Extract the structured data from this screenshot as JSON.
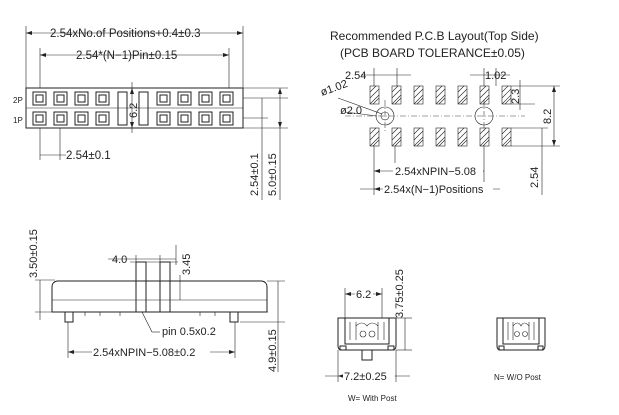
{
  "top_view": {
    "dim_total": "2.54xNo.of  Positions+0.4±0.3",
    "dim_pin": "2.54*(N−1)Pin±0.15",
    "row_2p": "2P",
    "row_1p": "1P",
    "dim_height": "6.2",
    "dim_pitch": "2.54±0.1",
    "dim_row_pitch": "2.54±0.1",
    "dim_overall": "5.0±0.15"
  },
  "pcb_layout": {
    "title_line1": "Recommended P.C.B Layout(Top Side)",
    "title_line2": "(PCB BOARD TOLERANCE±0.05)",
    "dim_pitch": "2.54",
    "dim_pad_width": "1.02",
    "dim_peg_dia": "ø1.02",
    "dim_hole_dia": "ø2.0",
    "dim_pad_len": "2.3",
    "dim_span": "8.2",
    "dim_npin": "2.54xNPIN−5.08",
    "dim_positions": "2.54x(N−1)Positions",
    "dim_row": "2.54"
  },
  "side_view": {
    "dim_height": "3.50±0.15",
    "dim_peg_pos": "4.0",
    "dim_slot": "3.45",
    "pin_label": "pin  0.5x0.2",
    "dim_npin": "2.54xNPIN−5.08±0.2",
    "dim_total_height": "4.9±0.15"
  },
  "end_view_with_post": {
    "dim_inner": "6.2",
    "dim_height": "3.75±0.25",
    "dim_width": "7.2±0.25",
    "caption": "W=  With Post"
  },
  "end_view_without_post": {
    "caption": "N=  W/O Post"
  }
}
